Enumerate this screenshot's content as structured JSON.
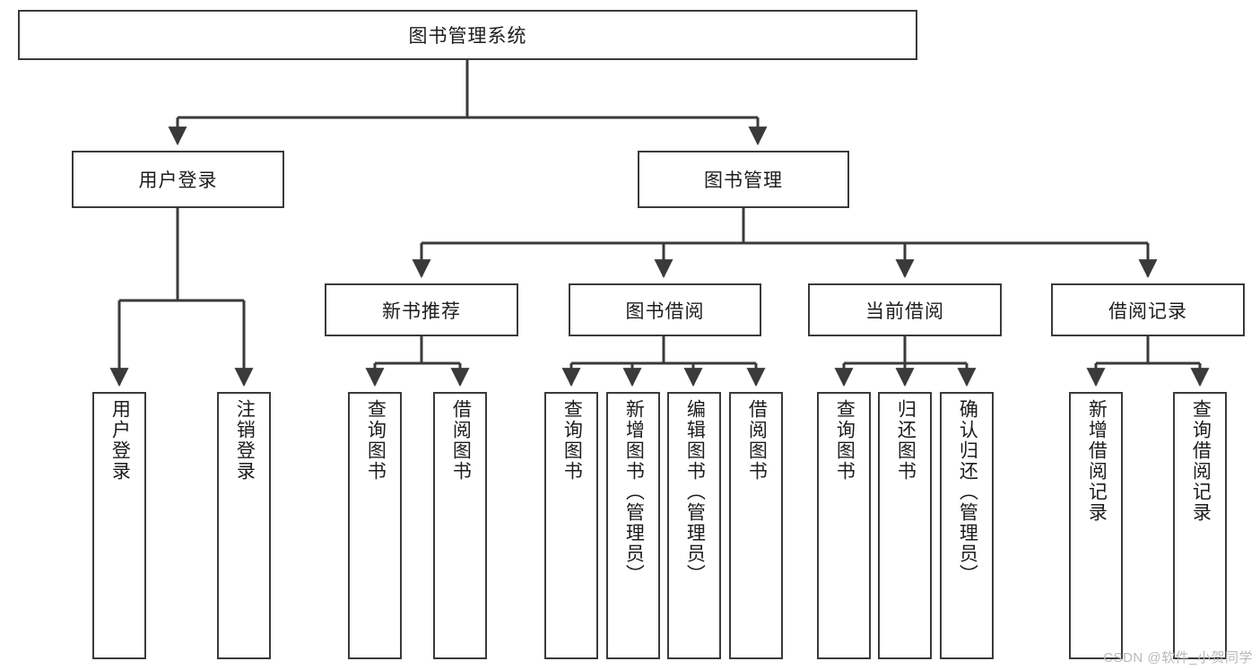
{
  "diagram": {
    "title": "图书管理系统",
    "root": {
      "label": "图书管理系统"
    },
    "level2": [
      {
        "label": "用户登录"
      },
      {
        "label": "图书管理"
      }
    ],
    "level3": [
      {
        "label": "新书推荐"
      },
      {
        "label": "图书借阅"
      },
      {
        "label": "当前借阅"
      },
      {
        "label": "借阅记录"
      }
    ],
    "leaves": {
      "user_login": [
        {
          "label": "用户登录"
        },
        {
          "label": "注销登录"
        }
      ],
      "new_book_recommend": [
        {
          "label": "查询图书"
        },
        {
          "label": "借阅图书"
        }
      ],
      "book_borrow": [
        {
          "label": "查询图书"
        },
        {
          "label": "新增图书（管理员）"
        },
        {
          "label": "编辑图书（管理员）"
        },
        {
          "label": "借阅图书"
        }
      ],
      "current_borrow": [
        {
          "label": "查询图书"
        },
        {
          "label": "归还图书"
        },
        {
          "label": "确认归还（管理员）"
        }
      ],
      "borrow_record": [
        {
          "label": "新增借阅记录"
        },
        {
          "label": "查询借阅记录"
        }
      ]
    }
  },
  "watermark": {
    "text": "CSDN @软件_小贺同学"
  },
  "colors": {
    "stroke": "#3a3a3a",
    "text": "#1c1c1c",
    "background": "#ffffff",
    "watermark": "#b9b9b9"
  }
}
